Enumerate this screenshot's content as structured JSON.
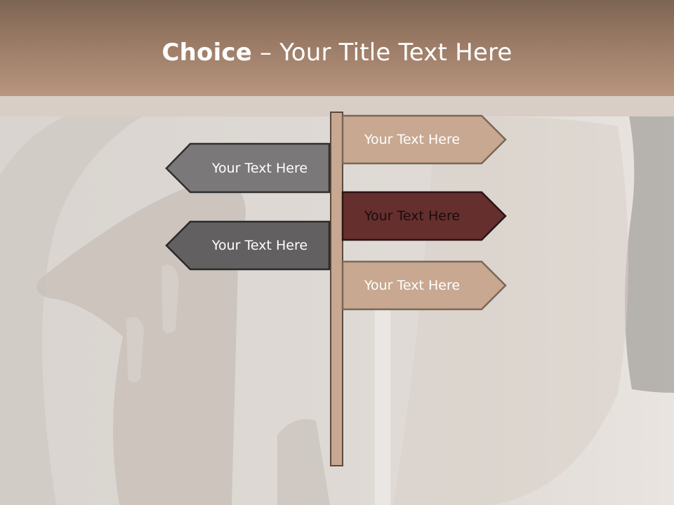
{
  "slide": {
    "title_bold": "Choice",
    "title_rest": " – Your Title Text Here"
  },
  "signs": [
    {
      "label": "Your Text Here",
      "direction": "right",
      "fill": "#c8a891",
      "text_color": "#ffffff"
    },
    {
      "label": "Your Text Here",
      "direction": "left",
      "fill": "#7a7878",
      "text_color": "#ffffff"
    },
    {
      "label": "Your Text Here",
      "direction": "right",
      "fill": "#652f2e",
      "text_color": "#1b0c0c"
    },
    {
      "label": "Your Text Here",
      "direction": "left",
      "fill": "#626060",
      "text_color": "#ffffff"
    },
    {
      "label": "Your Text Here",
      "direction": "right",
      "fill": "#c8a891",
      "text_color": "#ffffff"
    }
  ],
  "colors": {
    "header_top": "#7c6553",
    "header_bottom": "#b89680",
    "pole": "#c8a891",
    "outline": "#4a3c34"
  }
}
